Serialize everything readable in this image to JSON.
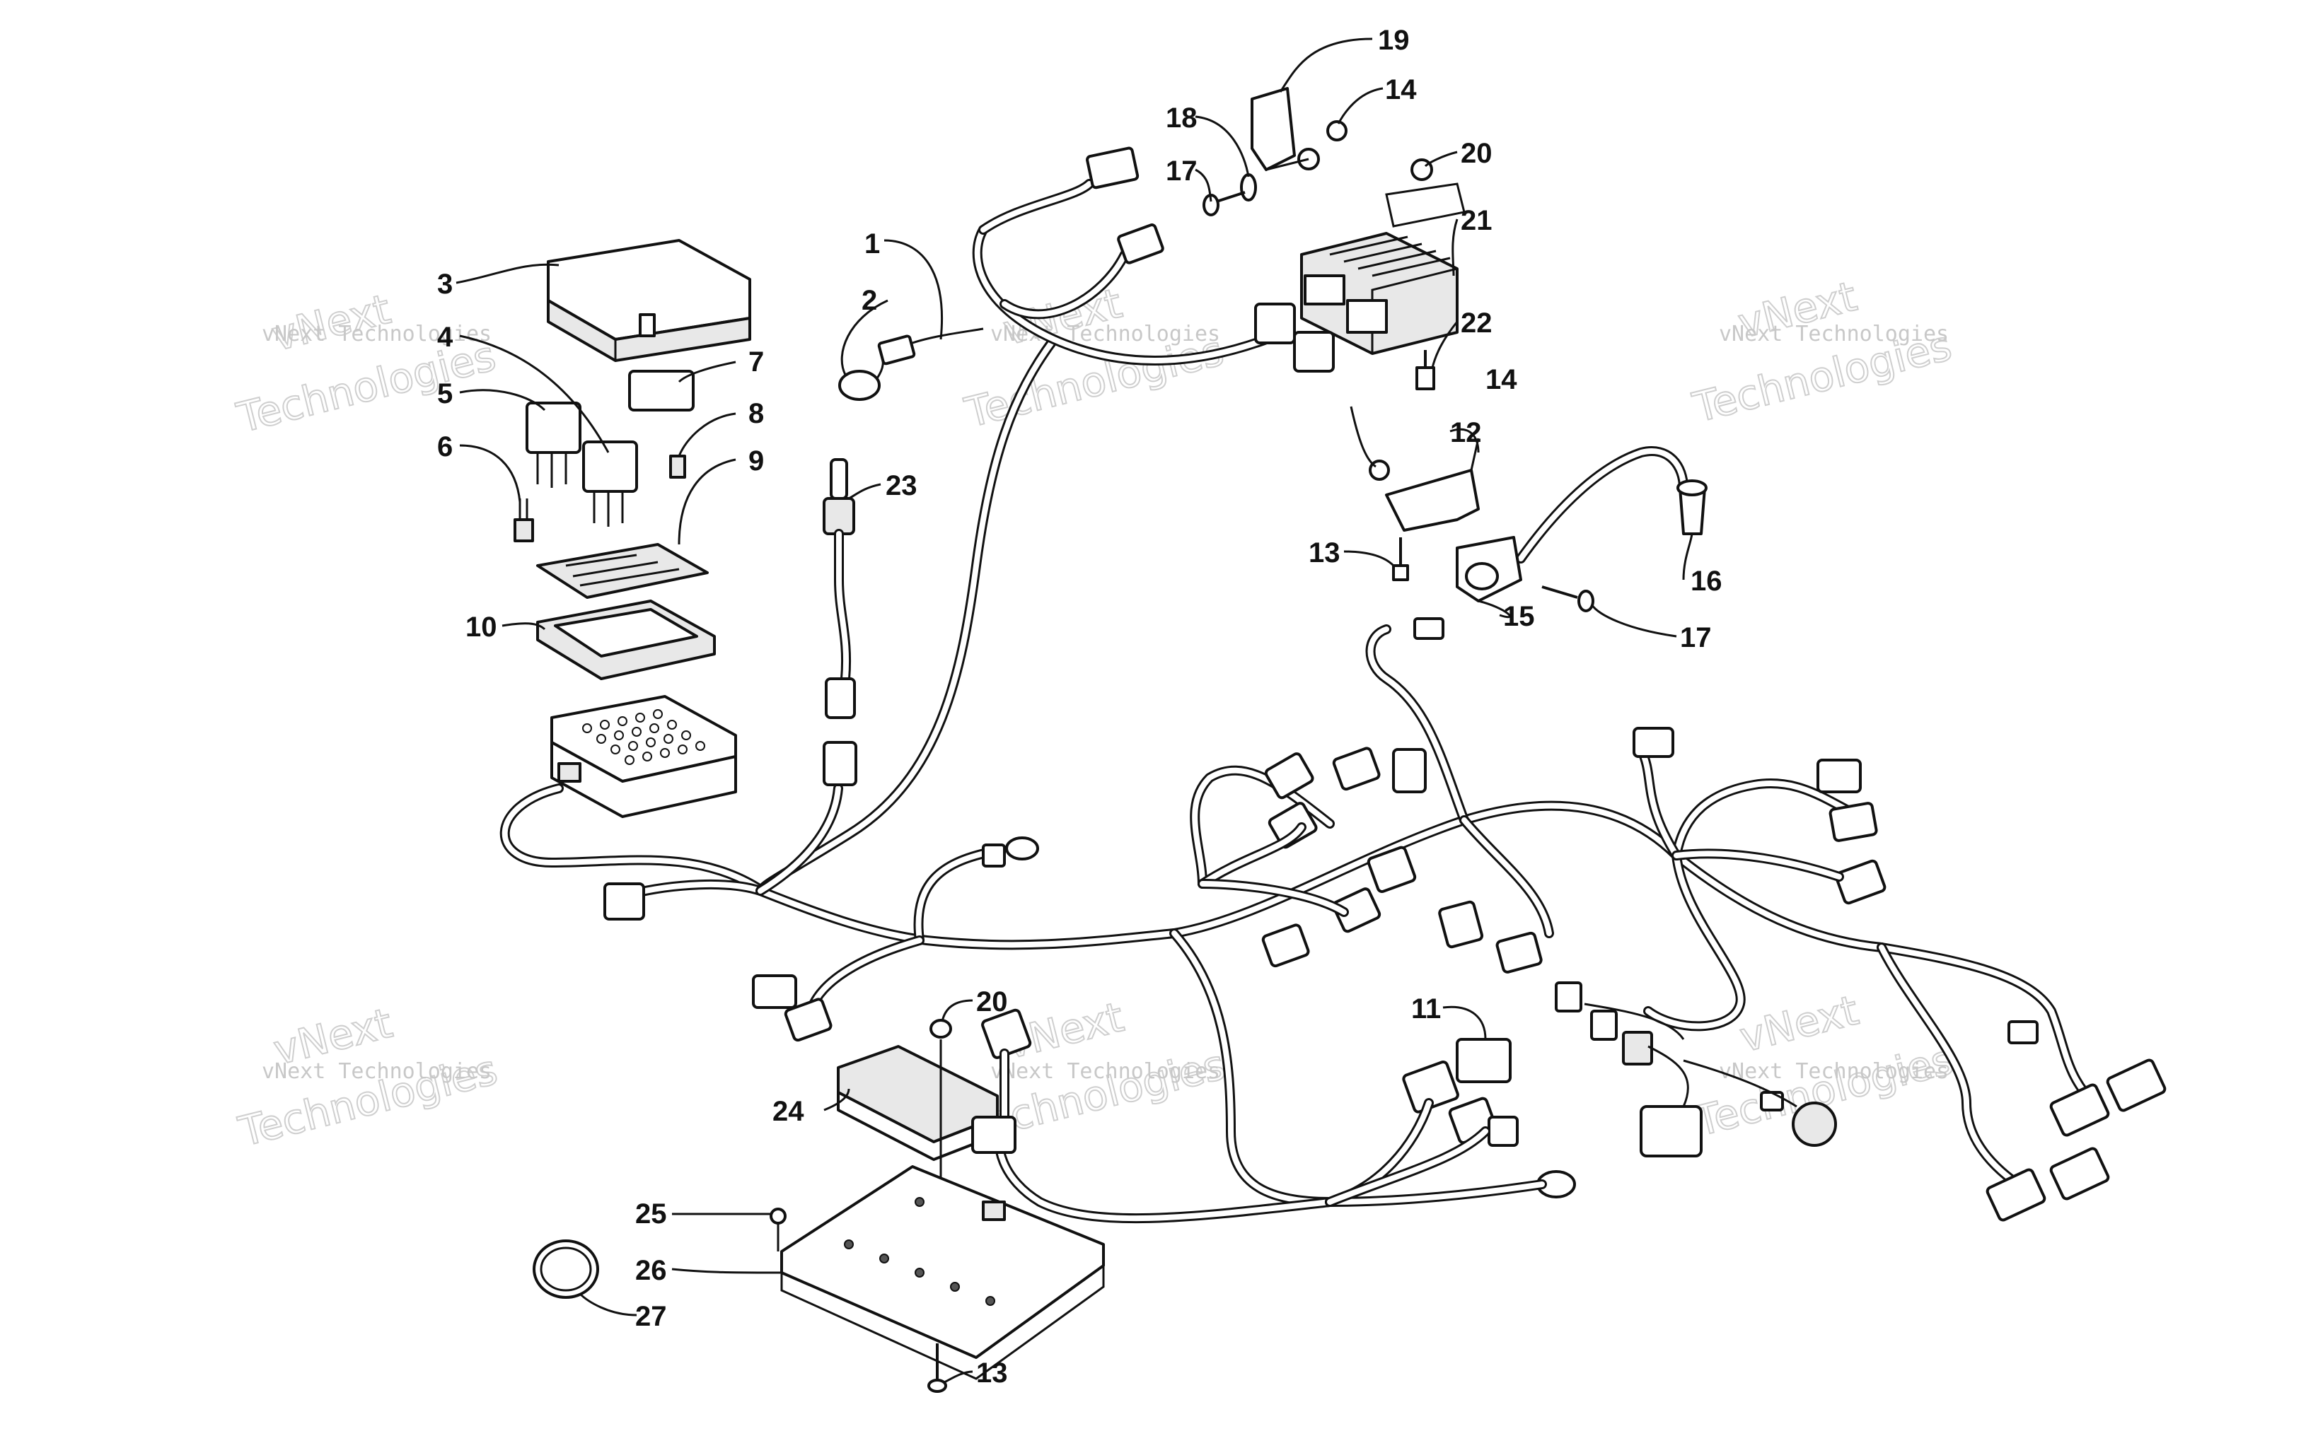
{
  "callouts": [
    {
      "id": "c1",
      "text": "1"
    },
    {
      "id": "c2",
      "text": "2"
    },
    {
      "id": "c3",
      "text": "3"
    },
    {
      "id": "c4",
      "text": "4"
    },
    {
      "id": "c5",
      "text": "5"
    },
    {
      "id": "c6",
      "text": "6"
    },
    {
      "id": "c7",
      "text": "7"
    },
    {
      "id": "c8",
      "text": "8"
    },
    {
      "id": "c9",
      "text": "9"
    },
    {
      "id": "c10",
      "text": "10"
    },
    {
      "id": "c11",
      "text": "11"
    },
    {
      "id": "c12",
      "text": "12"
    },
    {
      "id": "c13a",
      "text": "13"
    },
    {
      "id": "c13b",
      "text": "13"
    },
    {
      "id": "c14a",
      "text": "14"
    },
    {
      "id": "c14b",
      "text": "14"
    },
    {
      "id": "c15",
      "text": "15"
    },
    {
      "id": "c16",
      "text": "16"
    },
    {
      "id": "c17a",
      "text": "17"
    },
    {
      "id": "c17b",
      "text": "17"
    },
    {
      "id": "c18",
      "text": "18"
    },
    {
      "id": "c19",
      "text": "19"
    },
    {
      "id": "c20a",
      "text": "20"
    },
    {
      "id": "c20b",
      "text": "20"
    },
    {
      "id": "c21",
      "text": "21"
    },
    {
      "id": "c22",
      "text": "22"
    },
    {
      "id": "c23",
      "text": "23"
    },
    {
      "id": "c24",
      "text": "24"
    },
    {
      "id": "c25",
      "text": "25"
    },
    {
      "id": "c26",
      "text": "26"
    },
    {
      "id": "c27",
      "text": "27"
    }
  ],
  "watermark": {
    "line1": "vNext Technologies",
    "line2": "vNext",
    "line3": "Technologies"
  }
}
